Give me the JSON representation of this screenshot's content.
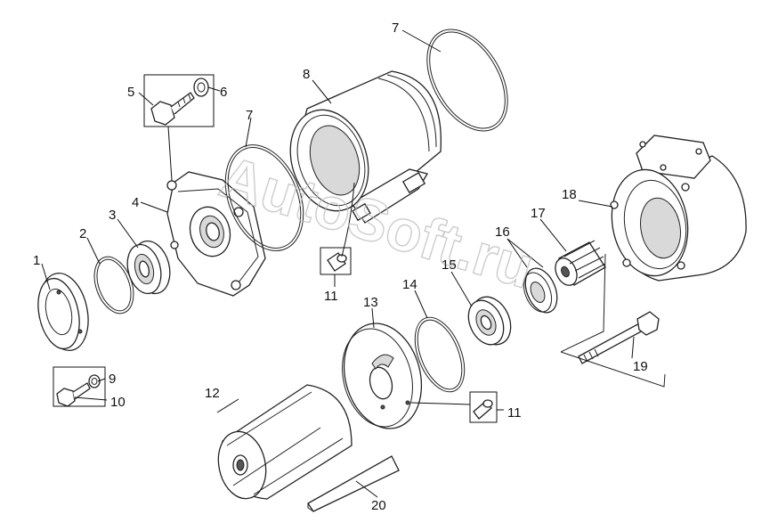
{
  "watermark": "AutoSoft.ru",
  "callouts": [
    {
      "id": "c1",
      "text": "1"
    },
    {
      "id": "c2",
      "text": "2"
    },
    {
      "id": "c3",
      "text": "3"
    },
    {
      "id": "c4",
      "text": "4"
    },
    {
      "id": "c5",
      "text": "5"
    },
    {
      "id": "c6",
      "text": "6"
    },
    {
      "id": "c7a",
      "text": "7"
    },
    {
      "id": "c7b",
      "text": "7"
    },
    {
      "id": "c8",
      "text": "8"
    },
    {
      "id": "c9",
      "text": "9"
    },
    {
      "id": "c10",
      "text": "10"
    },
    {
      "id": "c11a",
      "text": "11"
    },
    {
      "id": "c11b",
      "text": "11"
    },
    {
      "id": "c12",
      "text": "12"
    },
    {
      "id": "c13",
      "text": "13"
    },
    {
      "id": "c14",
      "text": "14"
    },
    {
      "id": "c15",
      "text": "15"
    },
    {
      "id": "c16",
      "text": "16"
    },
    {
      "id": "c17",
      "text": "17"
    },
    {
      "id": "c18",
      "text": "18"
    },
    {
      "id": "c19",
      "text": "19"
    },
    {
      "id": "c20",
      "text": "20"
    }
  ]
}
